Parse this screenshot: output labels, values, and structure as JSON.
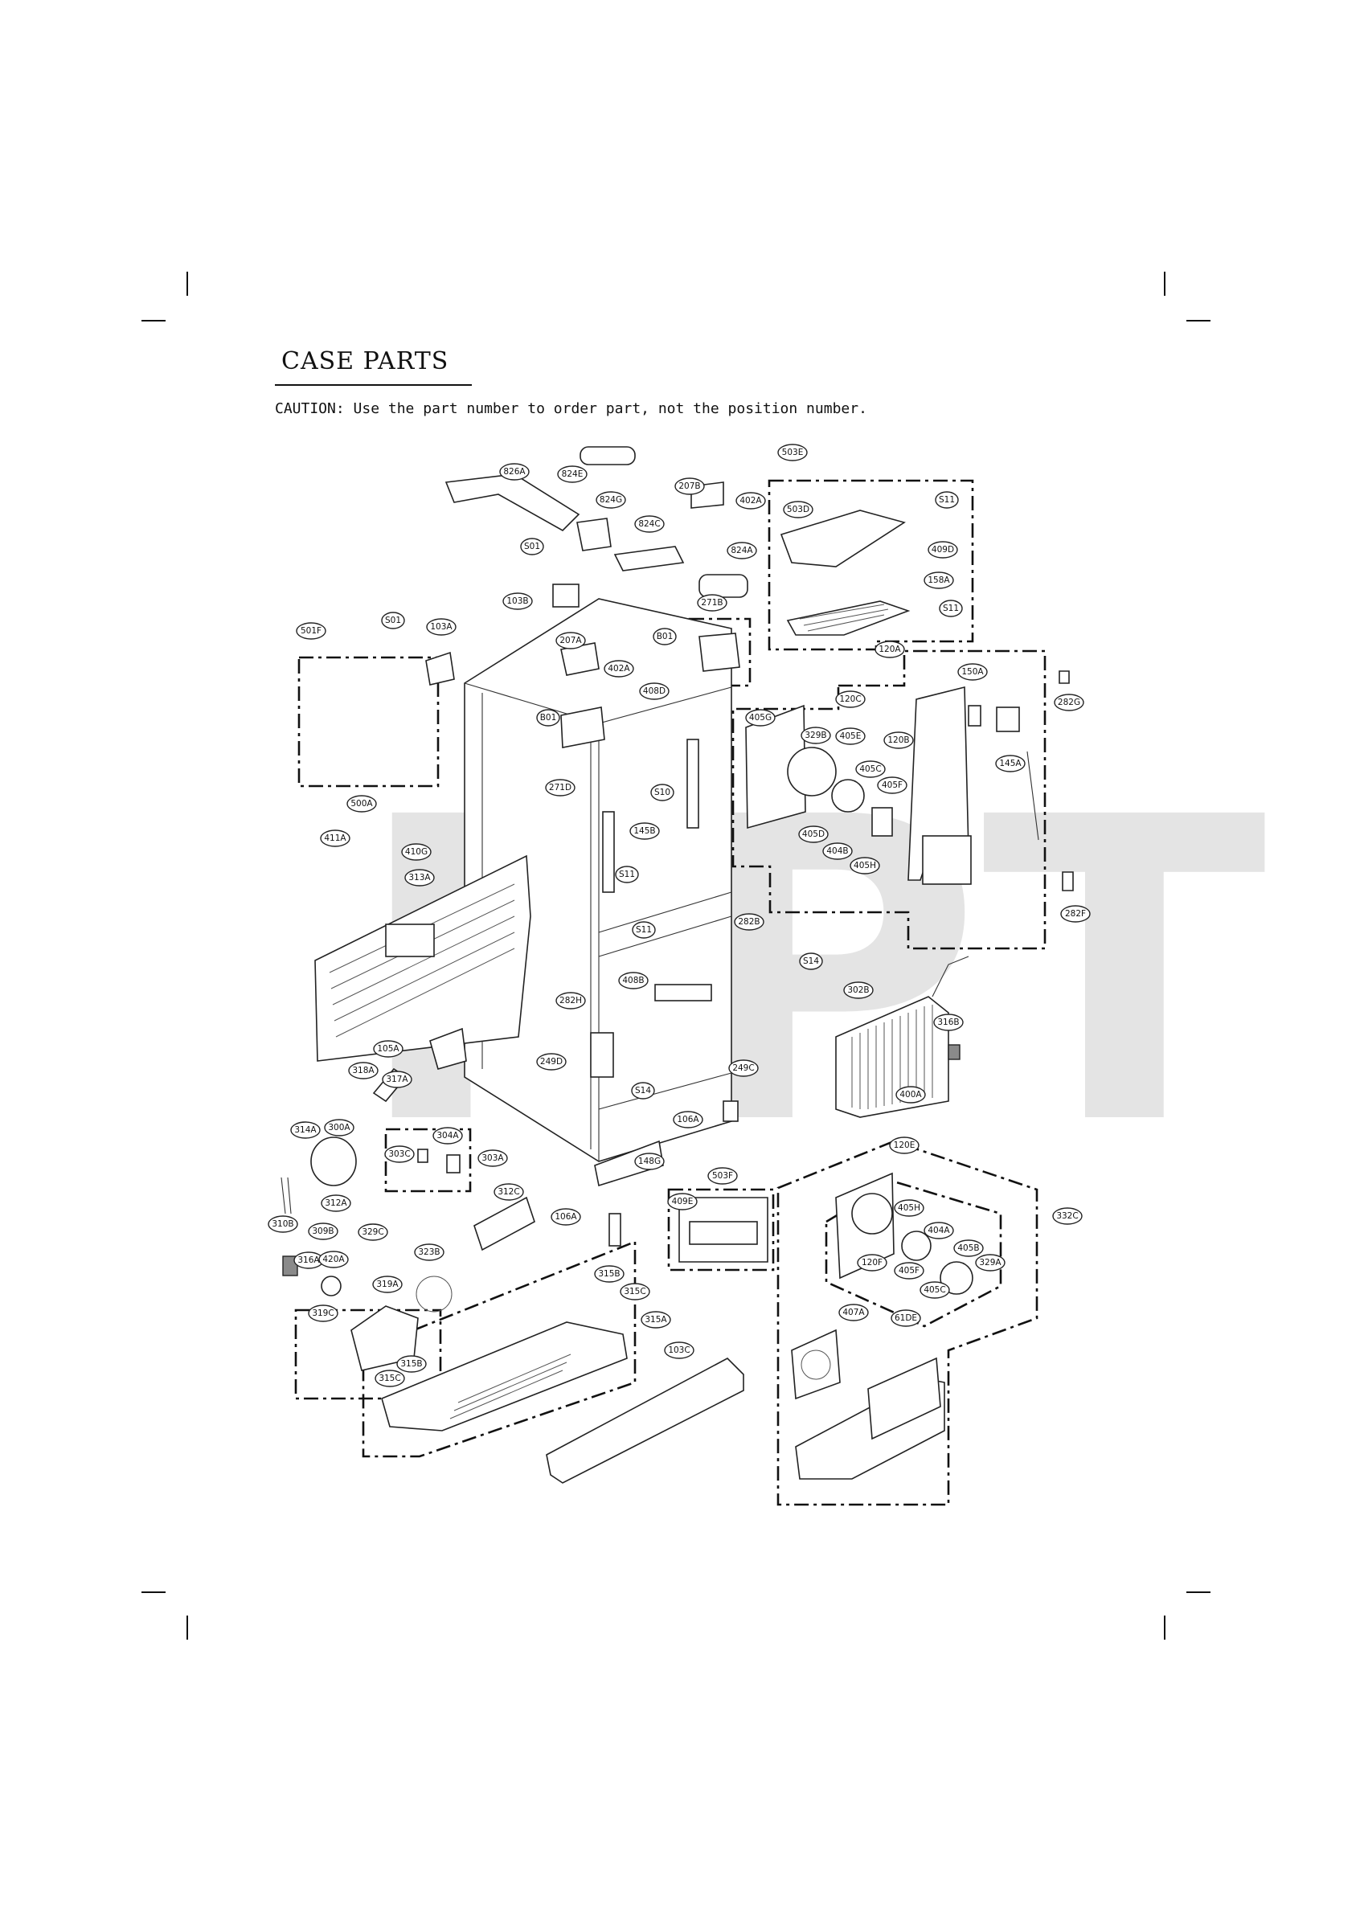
{
  "header": {
    "title": "CASE PARTS",
    "caution": "CAUTION: Use the part number to order part, not the position number."
  },
  "watermark": "RPT",
  "callouts": [
    {
      "id": "c-826a",
      "label": "826A"
    },
    {
      "id": "c-824e",
      "label": "824E"
    },
    {
      "id": "c-824g",
      "label": "824G"
    },
    {
      "id": "c-207b",
      "label": "207B"
    },
    {
      "id": "c-402a1",
      "label": "402A"
    },
    {
      "id": "c-824c",
      "label": "824C"
    },
    {
      "id": "c-824a",
      "label": "824A"
    },
    {
      "id": "c-503e",
      "label": "503E"
    },
    {
      "id": "c-503d",
      "label": "503D"
    },
    {
      "id": "c-s11a",
      "label": "S11"
    },
    {
      "id": "c-409d",
      "label": "409D"
    },
    {
      "id": "c-158a",
      "label": "158A"
    },
    {
      "id": "c-s11b",
      "label": "S11"
    },
    {
      "id": "c-s01a",
      "label": "S01"
    },
    {
      "id": "c-103b",
      "label": "103B"
    },
    {
      "id": "c-271b",
      "label": "271B"
    },
    {
      "id": "c-b01a",
      "label": "B01"
    },
    {
      "id": "c-s01b",
      "label": "S01"
    },
    {
      "id": "c-103a",
      "label": "103A"
    },
    {
      "id": "c-501f",
      "label": "501F"
    },
    {
      "id": "c-207a",
      "label": "207A"
    },
    {
      "id": "c-402a2",
      "label": "402A"
    },
    {
      "id": "c-b01b",
      "label": "B01"
    },
    {
      "id": "c-408d",
      "label": "408D"
    },
    {
      "id": "c-271d",
      "label": "271D"
    },
    {
      "id": "c-120a",
      "label": "120A"
    },
    {
      "id": "c-120c",
      "label": "120C"
    },
    {
      "id": "c-150a",
      "label": "150A"
    },
    {
      "id": "c-282g",
      "label": "282G"
    },
    {
      "id": "c-405g",
      "label": "405G"
    },
    {
      "id": "c-329b",
      "label": "329B"
    },
    {
      "id": "c-405e",
      "label": "405E"
    },
    {
      "id": "c-120b",
      "label": "120B"
    },
    {
      "id": "c-145a",
      "label": "145A"
    },
    {
      "id": "c-405c1",
      "label": "405C"
    },
    {
      "id": "c-405f1",
      "label": "405F"
    },
    {
      "id": "c-405d",
      "label": "405D"
    },
    {
      "id": "c-404b",
      "label": "404B"
    },
    {
      "id": "c-405h1",
      "label": "405H"
    },
    {
      "id": "c-s10",
      "label": "S10"
    },
    {
      "id": "c-145b",
      "label": "145B"
    },
    {
      "id": "c-s11c",
      "label": "S11"
    },
    {
      "id": "c-s11d",
      "label": "S11"
    },
    {
      "id": "c-282f",
      "label": "282F"
    },
    {
      "id": "c-500a",
      "label": "500A"
    },
    {
      "id": "c-411a",
      "label": "411A"
    },
    {
      "id": "c-410g",
      "label": "410G"
    },
    {
      "id": "c-313a",
      "label": "313A"
    },
    {
      "id": "c-282b",
      "label": "282B"
    },
    {
      "id": "c-s14a",
      "label": "S14"
    },
    {
      "id": "c-408b",
      "label": "408B"
    },
    {
      "id": "c-282h",
      "label": "282H"
    },
    {
      "id": "c-302b",
      "label": "302B"
    },
    {
      "id": "c-316b",
      "label": "316B"
    },
    {
      "id": "c-105a",
      "label": "105A"
    },
    {
      "id": "c-249d",
      "label": "249D"
    },
    {
      "id": "c-249c",
      "label": "249C"
    },
    {
      "id": "c-s14b",
      "label": "S14"
    },
    {
      "id": "c-400a",
      "label": "400A"
    },
    {
      "id": "c-318a",
      "label": "318A"
    },
    {
      "id": "c-317a",
      "label": "317A"
    },
    {
      "id": "c-106a1",
      "label": "106A"
    },
    {
      "id": "c-314a",
      "label": "314A"
    },
    {
      "id": "c-300a",
      "label": "300A"
    },
    {
      "id": "c-304a",
      "label": "304A"
    },
    {
      "id": "c-303c",
      "label": "303C"
    },
    {
      "id": "c-303a",
      "label": "303A"
    },
    {
      "id": "c-120e",
      "label": "120E"
    },
    {
      "id": "c-148g",
      "label": "148G"
    },
    {
      "id": "c-503f",
      "label": "503F"
    },
    {
      "id": "c-312a",
      "label": "312A"
    },
    {
      "id": "c-312c",
      "label": "312C"
    },
    {
      "id": "c-409e",
      "label": "409E"
    },
    {
      "id": "c-332c",
      "label": "332C"
    },
    {
      "id": "c-405h2",
      "label": "405H"
    },
    {
      "id": "c-310b",
      "label": "310B"
    },
    {
      "id": "c-106a2",
      "label": "106A"
    },
    {
      "id": "c-404a",
      "label": "404A"
    },
    {
      "id": "c-309b",
      "label": "309B"
    },
    {
      "id": "c-329c",
      "label": "329C"
    },
    {
      "id": "c-405b",
      "label": "405B"
    },
    {
      "id": "c-316a",
      "label": "316A"
    },
    {
      "id": "c-420a",
      "label": "420A"
    },
    {
      "id": "c-323b",
      "label": "323B"
    },
    {
      "id": "c-120f",
      "label": "120F"
    },
    {
      "id": "c-329a",
      "label": "329A"
    },
    {
      "id": "c-405f2",
      "label": "405F"
    },
    {
      "id": "c-315b1",
      "label": "315B"
    },
    {
      "id": "c-405c2",
      "label": "405C"
    },
    {
      "id": "c-319a",
      "label": "319A"
    },
    {
      "id": "c-315c1",
      "label": "315C"
    },
    {
      "id": "c-319c",
      "label": "319C"
    },
    {
      "id": "c-315a",
      "label": "315A"
    },
    {
      "id": "c-407a",
      "label": "407A"
    },
    {
      "id": "c-61de",
      "label": "61DE"
    },
    {
      "id": "c-103c",
      "label": "103C"
    },
    {
      "id": "c-315b2",
      "label": "315B"
    },
    {
      "id": "c-315c2",
      "label": "315C"
    }
  ]
}
